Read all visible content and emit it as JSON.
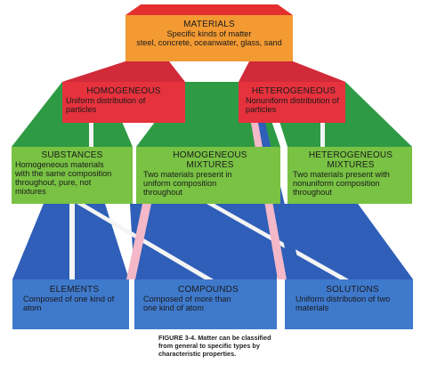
{
  "colors": {
    "background": "#ffffff",
    "level1_front": "#f39a33",
    "level1_top": "#e3302f",
    "level2_front": "#e5323d",
    "level2_top": "#d12a38",
    "level3_front": "#79c244",
    "level3_top": "#2f9a44",
    "level4_front": "#3f79cc",
    "level4_top": "#2f5fb8",
    "connector_pink": "#f4b8c8",
    "connector_white": "#f4f4f4"
  },
  "nodes": {
    "materials": {
      "title": "MATERIALS",
      "line1": "Specific kinds of matter",
      "line2": "steel, concrete, oceanwater, glass, sand"
    },
    "homogeneous": {
      "title": "HOMOGENEOUS",
      "line1": "Uniform distribution of",
      "line2": "particles"
    },
    "heterogeneous": {
      "title": "HETEROGENEOUS",
      "line1": "Nonuniform distribution of",
      "line2": "particles"
    },
    "substances": {
      "title": "SUBSTANCES",
      "line1": "Homogeneous materials",
      "line2": "with the same composition",
      "line3": "throughout, pure, not",
      "line4": "mixtures"
    },
    "homogeneous_mixtures": {
      "title1": "HOMOGENEOUS",
      "title2": "MIXTURES",
      "line1": "Two materials present in",
      "line2": "uniform composition",
      "line3": "throughout"
    },
    "heterogeneous_mixtures": {
      "title1": "HETEROGENEOUS",
      "title2": "MIXTURES",
      "line1": "Two materials present with",
      "line2": "nonuniform composition",
      "line3": "throughout"
    },
    "elements": {
      "title": "ELEMENTS",
      "line1": "Composed of one kind of",
      "line2": "atom"
    },
    "compounds": {
      "title": "COMPOUNDS",
      "line1": "Composed of more than",
      "line2": "one kind of atom"
    },
    "solutions": {
      "title": "SOLUTIONS",
      "line1": "Uniform distribution of two",
      "line2": "materials"
    }
  },
  "caption": {
    "label": "FIGURE 3-4.",
    "text": "Matter can be classified from general to specific types by characteristic properties."
  }
}
